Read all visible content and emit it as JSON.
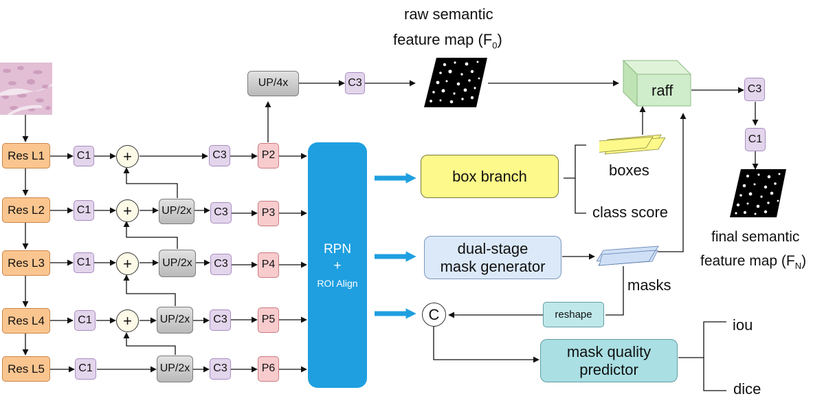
{
  "res_labels": [
    "Res L1",
    "Res L2",
    "Res L3",
    "Res L4",
    "Res L5"
  ],
  "c1": "C1",
  "c3": "C3",
  "p_labels": [
    "P2",
    "P3",
    "P4",
    "P5",
    "P6"
  ],
  "up4": "UP/4x",
  "up2": "UP/2x",
  "plus": "+",
  "rpn": {
    "line1": "RPN",
    "line2": "+",
    "line3": "ROI Align"
  },
  "raw_map": {
    "line1": "raw semantic",
    "line2_pre": "feature map (F",
    "line2_sub": "0",
    "line2_post": ")"
  },
  "final_map": {
    "line1": "final semantic",
    "line2_pre": "feature map (F",
    "line2_sub": "N",
    "line2_post": ")"
  },
  "raff": "raff",
  "box_branch": "box branch",
  "dual_stage": {
    "line1": "dual-stage",
    "line2": "mask generator"
  },
  "boxes": "boxes",
  "class_score": "class score",
  "masks": "masks",
  "reshape": "reshape",
  "concat": "C",
  "mask_quality": {
    "line1": "mask quality",
    "line2": "predictor"
  },
  "iou": "iou",
  "dice": "dice",
  "colors": {
    "rpn": "#1f9fe0",
    "res": "#fbc58f",
    "conv": "#e3d5ec",
    "pyramid": "#f8cbcd",
    "box_branch": "#fdf98a",
    "dual_stage": "#dbe9f9",
    "mask_quality": "#aadfe3",
    "raff": "#cfeccb"
  }
}
